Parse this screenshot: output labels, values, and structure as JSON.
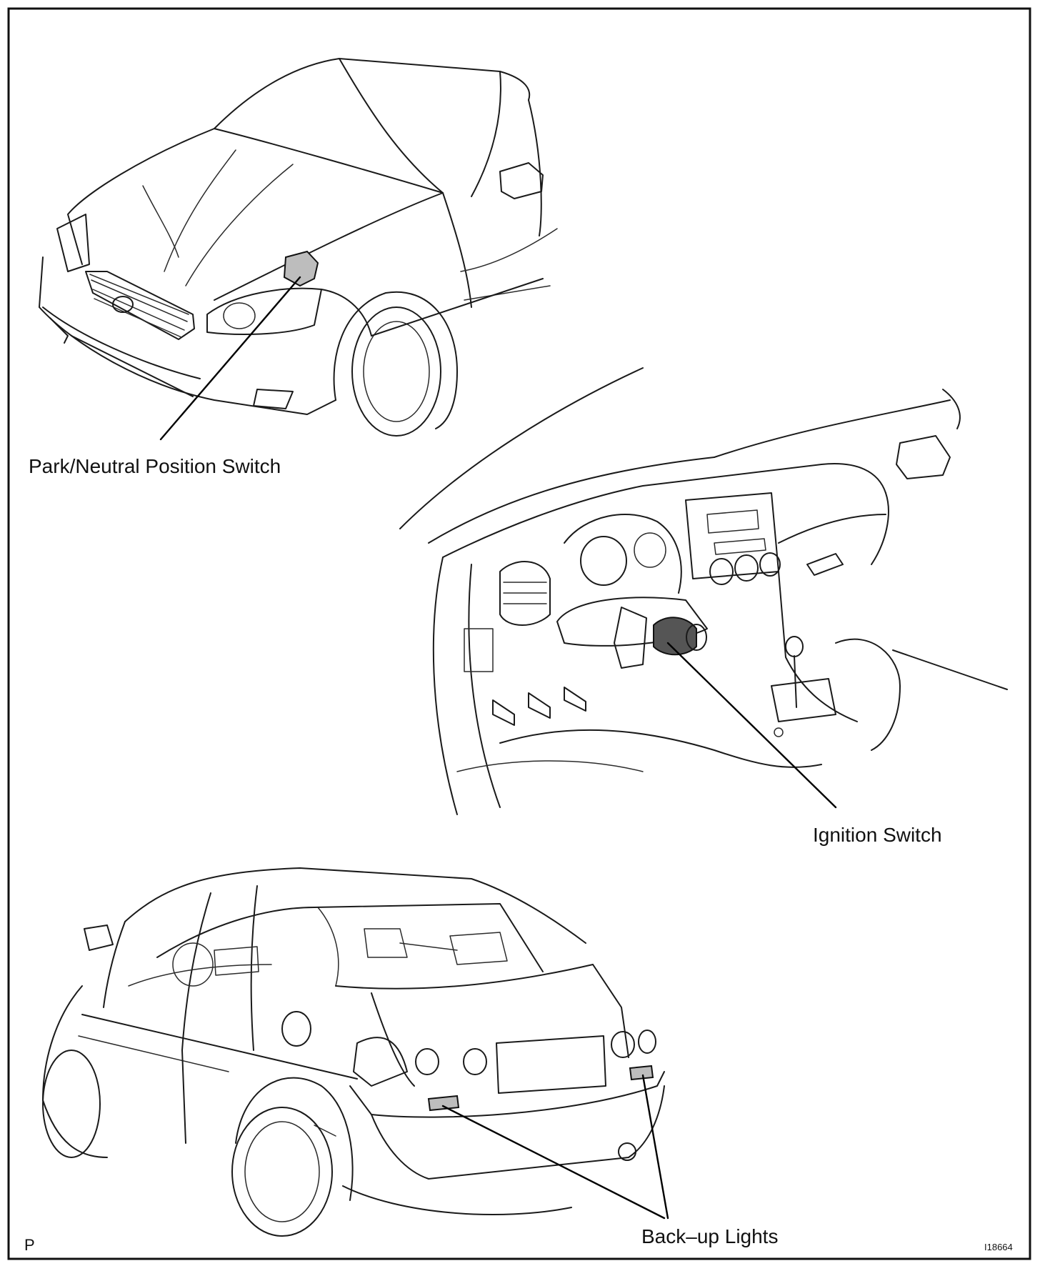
{
  "labels": {
    "park_neutral_switch": "Park/Neutral Position Switch",
    "ignition_switch": "Ignition Switch",
    "backup_lights": "Back–up Lights"
  },
  "corner_mark": "P",
  "figure_code": "I18664"
}
